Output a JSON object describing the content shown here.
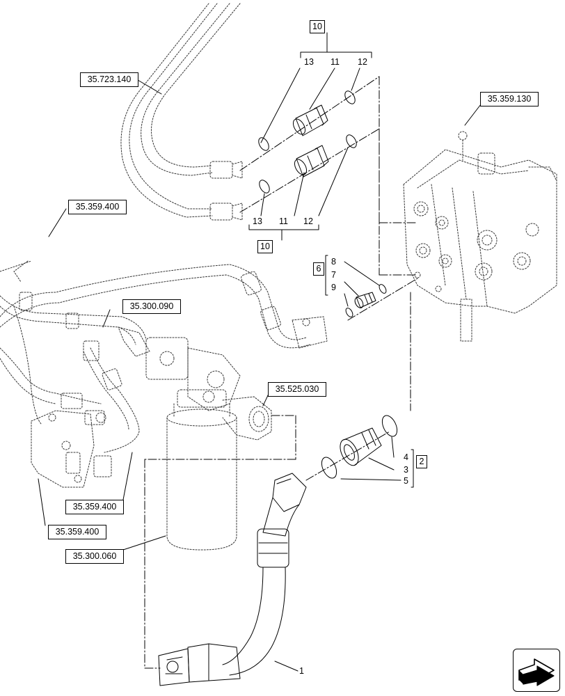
{
  "references": {
    "r_35_723_140": "35.723.140",
    "r_35_359_130": "35.359.130",
    "r_35_359_400_top": "35.359.400",
    "r_35_300_090": "35.300.090",
    "r_35_525_030": "35.525.030",
    "r_35_359_400_mid": "35.359.400",
    "r_35_359_400_low": "35.359.400",
    "r_35_300_060": "35.300.060"
  },
  "kits": {
    "kit_10_top": "10",
    "kit_10_bottom": "10",
    "kit_6": "6",
    "kit_2": "2"
  },
  "item_numbers": {
    "n13_top": "13",
    "n11_top": "11",
    "n12_top": "12",
    "n13_bottom": "13",
    "n11_bottom": "11",
    "n12_bottom": "12",
    "n8": "8",
    "n7": "7",
    "n9": "9",
    "n4": "4",
    "n3": "3",
    "n5": "5",
    "n1": "1"
  },
  "navigation": {
    "icon": "next-page-arrow-icon"
  }
}
